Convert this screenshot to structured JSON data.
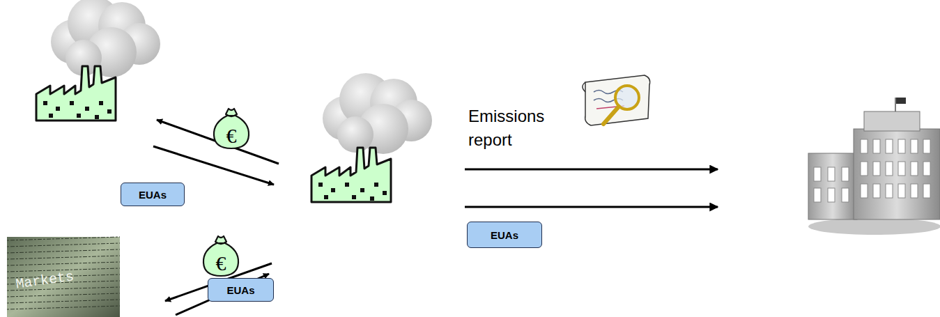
{
  "diagram": {
    "nodes": [
      {
        "text": [
          "€"
        ]
      },
      {
        "text": [
          "EUAs"
        ]
      },
      {
        "text": [
          "€"
        ]
      },
      {
        "text": [
          "EUAs"
        ]
      },
      {
        "text": [
          "EUAs"
        ]
      }
    ],
    "labels": [
      "Emissions report",
      "Markets"
    ]
  }
}
